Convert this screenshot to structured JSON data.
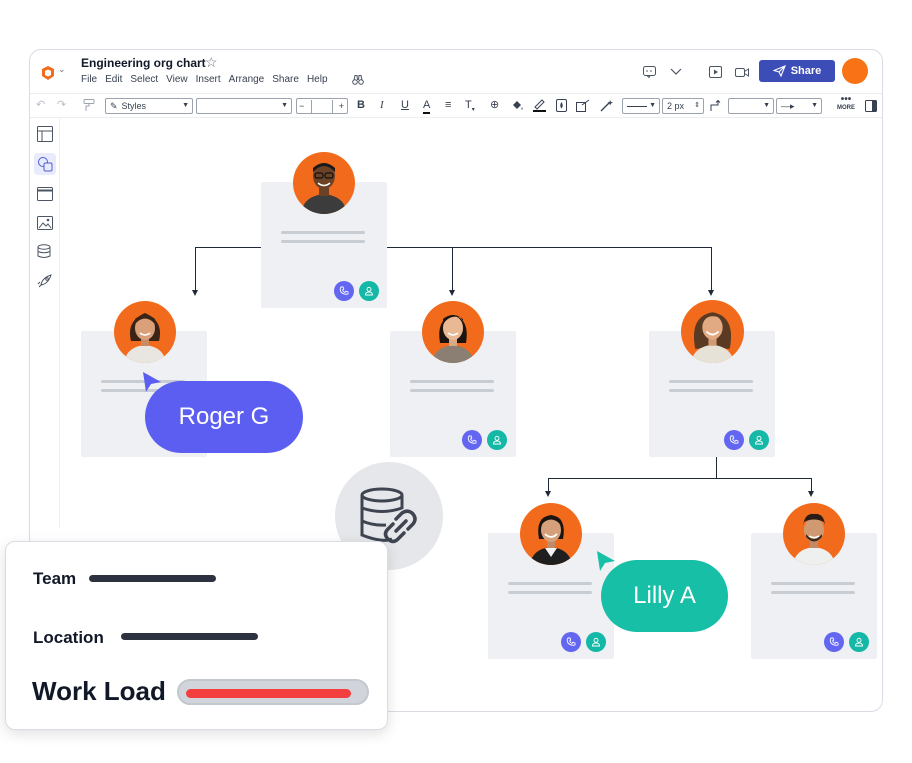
{
  "app": {
    "doc_title": "Engineering org chart",
    "menu": [
      "File",
      "Edit",
      "Select",
      "View",
      "Insert",
      "Arrange",
      "Share",
      "Help"
    ],
    "share_label": "Share",
    "brand_color": "#3d4db7",
    "user_avatar_color": "#f97316"
  },
  "toolbar": {
    "style_select": "Styles",
    "font_select": "",
    "font_size": "",
    "line_width": "2 px",
    "more_label": "MORE"
  },
  "sidebar": {
    "icons": [
      "layout-icon",
      "shapes-icon",
      "frame-icon",
      "image-icon",
      "data-icon",
      "rocket-icon"
    ],
    "active": "shapes-icon"
  },
  "org_chart": {
    "accent_orange": "#f26b1d",
    "phone_color": "#6366f1",
    "person_color": "#14b8a6",
    "nodes": [
      "top",
      "left",
      "middle",
      "right",
      "bottom-left",
      "bottom-right"
    ]
  },
  "cursors": {
    "roger": {
      "label": "Roger G",
      "color": "#5b5ef0"
    },
    "lilly": {
      "label": "Lilly A",
      "color": "#16bfa6"
    }
  },
  "info_panel": {
    "team_label": "Team",
    "location_label": "Location",
    "workload_label": "Work Load",
    "workload_fraction": 0.95,
    "workload_color": "#f43f3f"
  }
}
